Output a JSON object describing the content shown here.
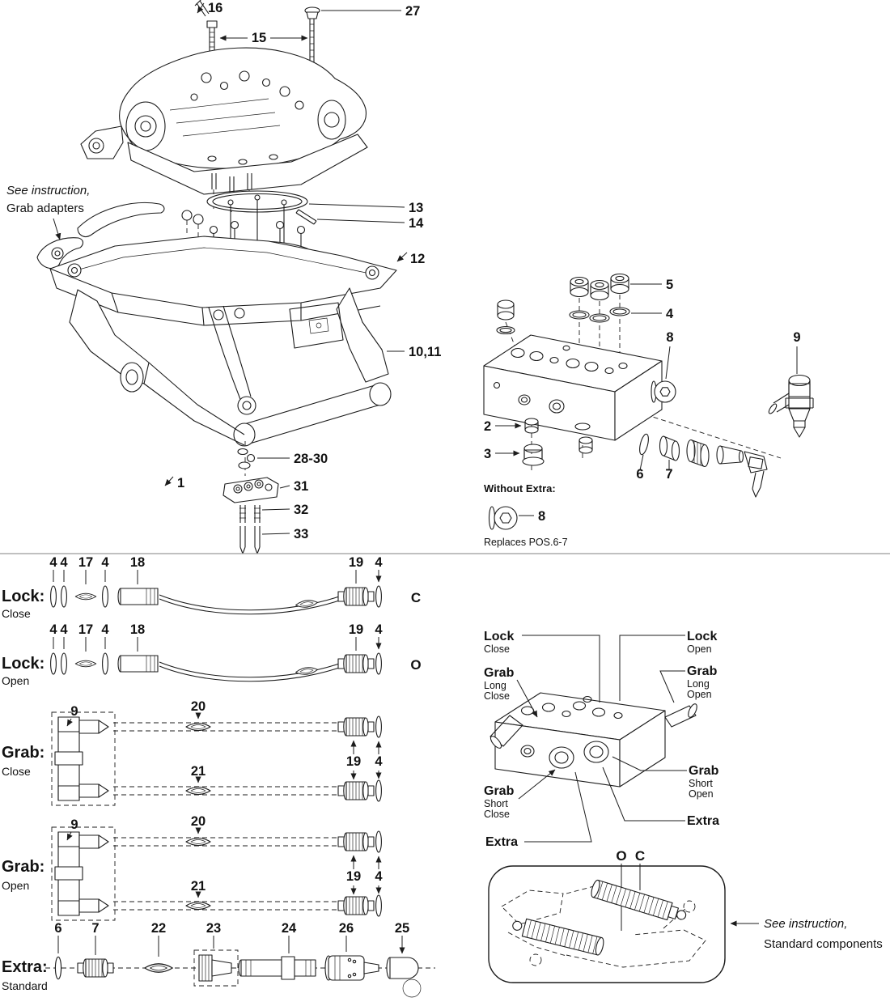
{
  "page": {
    "background": "#ffffff",
    "line_color": "#1c1c1c"
  },
  "upper_left": {
    "note_line1": "See instruction,",
    "note_line2": "Grab adapters",
    "callouts": {
      "n16": "16",
      "n15": "15",
      "n27": "27",
      "n13": "13",
      "n14": "14",
      "n12": "12",
      "n10_11": "10,11",
      "n28_30": "28-30",
      "n1": "1",
      "n31": "31",
      "n32": "32",
      "n33": "33"
    }
  },
  "upper_right": {
    "callouts": {
      "n5": "5",
      "n4": "4",
      "n8": "8",
      "n9": "9",
      "n2": "2",
      "n3": "3",
      "n6": "6",
      "n7": "7"
    },
    "without_extra_label": "Without Extra:",
    "without_extra_callout": "8",
    "replaces_label": "Replaces POS.6-7"
  },
  "hose_rows": {
    "lock_close": {
      "title": "Lock:",
      "subtitle": "Close",
      "port_letter": "C",
      "callouts": {
        "a4": "4",
        "b4": "4",
        "n17": "17",
        "c4": "4",
        "n18": "18",
        "n19": "19",
        "d4": "4"
      }
    },
    "lock_open": {
      "title": "Lock:",
      "subtitle": "Open",
      "port_letter": "O",
      "callouts": {
        "a4": "4",
        "b4": "4",
        "n17": "17",
        "c4": "4",
        "n18": "18",
        "n19": "19",
        "d4": "4"
      }
    },
    "grab_close": {
      "title": "Grab:",
      "subtitle": "Close",
      "callouts": {
        "n9": "9",
        "n20": "20",
        "n21": "21",
        "n19": "19",
        "n4": "4"
      }
    },
    "grab_open": {
      "title": "Grab:",
      "subtitle": "Open",
      "callouts": {
        "n9": "9",
        "n20": "20",
        "n21": "21",
        "n19": "19",
        "n4": "4"
      }
    },
    "extra": {
      "title": "Extra:",
      "subtitle": "Standard",
      "callouts": {
        "n6": "6",
        "n7": "7",
        "n22": "22",
        "n23": "23",
        "n24": "24",
        "n26": "26",
        "n25": "25"
      }
    }
  },
  "port_map": {
    "lock_close": {
      "l1": "Lock",
      "l2": "Close"
    },
    "lock_open": {
      "l1": "Lock",
      "l2": "Open"
    },
    "grab_long_close": {
      "l1": "Grab",
      "l2": "Long",
      "l3": "Close"
    },
    "grab_long_open": {
      "l1": "Grab",
      "l2": "Long",
      "l3": "Open"
    },
    "grab_short_open": {
      "l1": "Grab",
      "l2": "Short",
      "l3": "Open"
    },
    "grab_short_close": {
      "l1": "Grab",
      "l2": "Short",
      "l3": "Close"
    },
    "extra_left": "Extra",
    "extra_right": "Extra",
    "cyl_open": "O",
    "cyl_close": "C",
    "note_line1": "See instruction,",
    "note_line2": "Standard components"
  }
}
